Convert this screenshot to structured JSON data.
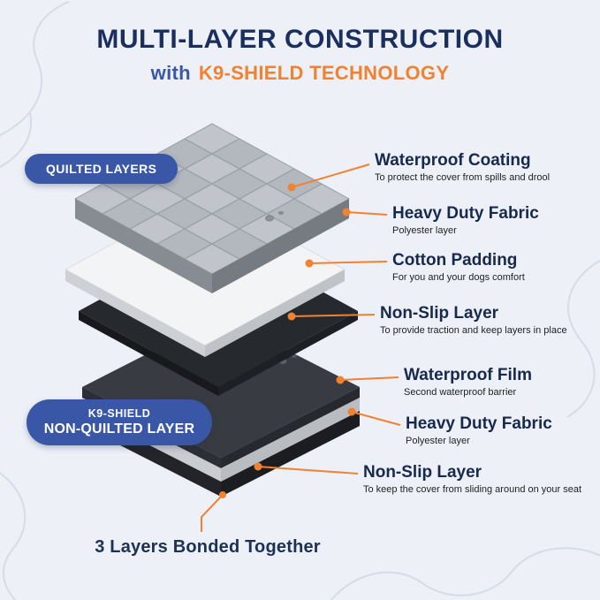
{
  "header": {
    "title": "MULTI-LAYER CONSTRUCTION",
    "subtitle_prefix": "with",
    "subtitle_highlight": "K9-SHIELD TECHNOLOGY"
  },
  "badges": {
    "quilted": "QUILTED LAYERS",
    "k9_line1": "K9-SHIELD",
    "k9_line2": "NON-QUILTED LAYER"
  },
  "labels": [
    {
      "title": "Waterproof Coating",
      "desc": "To protect the cover from spills and drool"
    },
    {
      "title": "Heavy Duty Fabric",
      "desc": "Polyester layer"
    },
    {
      "title": "Cotton Padding",
      "desc": "For you and your dogs comfort"
    },
    {
      "title": "Non-Slip Layer",
      "desc": "To provide traction and keep layers in place"
    },
    {
      "title": "Waterproof Film",
      "desc": "Second waterproof barrier"
    },
    {
      "title": "Heavy Duty Fabric",
      "desc": "Polyester layer"
    },
    {
      "title": "Non-Slip Layer",
      "desc": "To keep the cover from sliding around on your seat"
    }
  ],
  "footer": {
    "label": "3 Layers Bonded Together"
  },
  "colors": {
    "accent_orange": "#F08232",
    "title_navy": "#1B2F5E",
    "badge_blue": "#3A57A7",
    "background": "#EDF0F7"
  }
}
